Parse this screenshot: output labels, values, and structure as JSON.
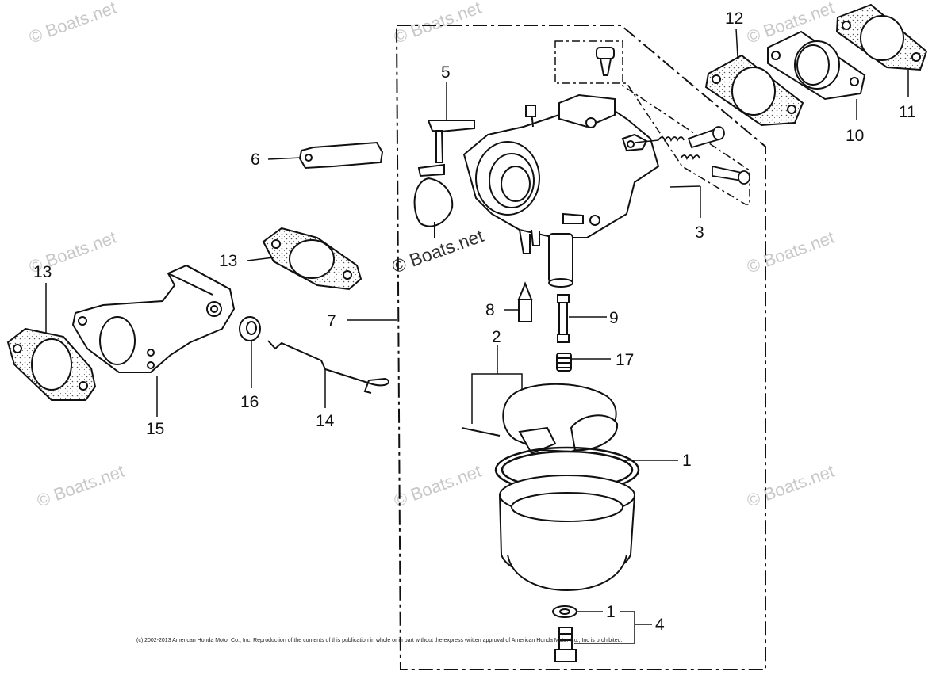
{
  "watermark": "© Boats.net",
  "copyright": "(c) 2002-2013 American Honda Motor Co., Inc. Reproduction of the contents of this publication in whole or in part without the express written approval of American Honda Motor Co., Inc is prohibited.",
  "callouts": {
    "c1a": "1",
    "c1b": "1",
    "c2": "2",
    "c3": "3",
    "c4": "4",
    "c5": "5",
    "c6": "6",
    "c7": "7",
    "c8": "8",
    "c9": "9",
    "c10": "10",
    "c11": "11",
    "c12": "12",
    "c13a": "13",
    "c13b": "13",
    "c14": "14",
    "c15": "15",
    "c16": "16",
    "c17": "17"
  }
}
